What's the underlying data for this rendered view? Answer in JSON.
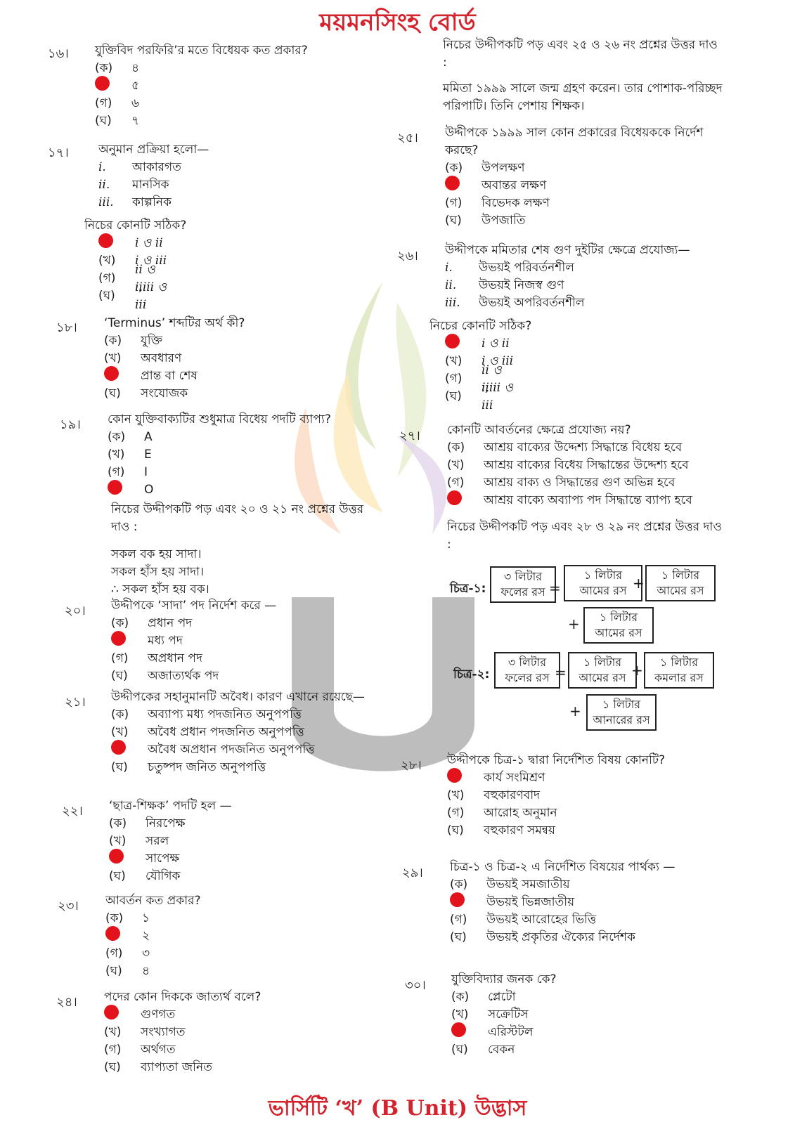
{
  "header": {
    "title": "ময়মনসিংহ বোর্ড"
  },
  "footer": {
    "text": "ভার্সিটি ‘খ’ (B Unit) উদ্ভাস"
  },
  "left": {
    "q16": {
      "num": "১৬।",
      "text": "যুক্তিবিদ পরফিরি’র মতে বিধেয়ক কত প্রকার?",
      "opts": [
        "(ক)",
        "৪",
        "৫",
        "(গ)",
        "৬",
        "(ঘ)",
        "৭"
      ]
    },
    "q17": {
      "num": "১৭।",
      "text": "অনুমান প্রক্রিয়া হলো—",
      "r1": "i.",
      "r1t": "আকারগত",
      "r2": "ii.",
      "r2t": "মানসিক",
      "r3": "iii.",
      "r3t": "কাল্পনিক",
      "which": "নিচের কোনটি সঠিক?",
      "o1": "i ও ii",
      "l2": "(খ)",
      "o2": "i ও iii",
      "l3": "(গ)",
      "o3": "ii ও iii",
      "l4": "(ঘ)",
      "o4": "i, ii ও iii"
    },
    "q18": {
      "num": "১৮।",
      "text": "‘Terminus’ শব্দটির অর্থ কী?",
      "l1": "(ক)",
      "o1": "যুক্তি",
      "l2": "(খ)",
      "o2": "অবধারণ",
      "o3": "প্রান্ত বা শেষ",
      "l4": "(ঘ)",
      "o4": "সংযোজক"
    },
    "q19": {
      "num": "১৯।",
      "text": "কোন যুক্তিবাক্যটির শুধুমাত্র বিধেয় পদটি ব্যাপ্য?",
      "l1": "(ক)",
      "o1": "A",
      "l2": "(খ)",
      "o2": "E",
      "l3": "(গ)",
      "o3": "I",
      "o4": "O"
    },
    "stim20": {
      "intro": "নিচের উদ্দীপকটি পড় এবং ২০ ও ২১ নং প্রশ্নের উত্তর দাও :",
      "s1": "সকল বক হয় সাদা।",
      "s2": "সকল হাঁস হয় সাদা।",
      "s3": "∴ সকল হাঁস হয় বক।"
    },
    "q20": {
      "num": "২০।",
      "text": "উদ্দীপকে ‘সাদা’ পদ নির্দেশ করে —",
      "l1": "(ক)",
      "o1": "প্রধান পদ",
      "o2": "মধ্য পদ",
      "l3": "(গ)",
      "o3": "অপ্রধান পদ",
      "l4": "(ঘ)",
      "o4": "অজাত্যর্থক পদ"
    },
    "q21": {
      "num": "২১।",
      "text": "উদ্দীপকের সহানুমানটি অবৈধ। কারণ এখানে রয়েছে—",
      "l1": "(ক)",
      "o1": "অব্যাপ্য মধ্য পদজনিত অনুপপত্তি",
      "l2": "(খ)",
      "o2": "অবৈধ প্রধান পদজনিত অনুপপত্তি",
      "o3": "অবৈধ অপ্রধান পদজনিত অনুপপত্তি",
      "l4": "(ঘ)",
      "o4": "চতুষ্পদ জনিত অনুপপত্তি"
    },
    "q22": {
      "num": "২২।",
      "text": "‘ছাত্র-শিক্ষক’ পদটি হল —",
      "l1": "(ক)",
      "o1": "নিরপেক্ষ",
      "l2": "(খ)",
      "o2": "সরল",
      "o3": "সাপেক্ষ",
      "l4": "(ঘ)",
      "o4": "যৌগিক"
    },
    "q23": {
      "num": "২৩।",
      "text": "আবর্তন কত প্রকার?",
      "l1": "(ক)",
      "o1": "১",
      "o2": "২",
      "l3": "(গ)",
      "o3": "৩",
      "l4": "(ঘ)",
      "o4": "৪"
    },
    "q24": {
      "num": "২৪।",
      "text": "পদের কোন দিককে জাত্যর্থ বলে?",
      "o1": "গুণগত",
      "l2": "(খ)",
      "o2": "সংখ্যাগত",
      "l3": "(গ)",
      "o3": "অর্থগত",
      "l4": "(ঘ)",
      "o4": "ব্যাপ্যতা জনিত"
    }
  },
  "right": {
    "stim25": {
      "intro": "নিচের উদ্দীপকটি পড় এবং ২৫ ও ২৬ নং প্রশ্নের উত্তর দাও :",
      "body": "মমিতা ১৯৯৯ সালে জন্ম গ্রহণ করেন। তার পোশাক-পরিচ্ছদ পরিপাটি। তিনি পেশায় শিক্ষক।"
    },
    "q25": {
      "num": "২৫।",
      "text": "উদ্দীপকে ১৯৯৯ সাল কোন প্রকারের বিধেয়ককে নির্দেশ করছে?",
      "l1": "(ক)",
      "o1": "উপলক্ষণ",
      "o2": "অবান্তর লক্ষণ",
      "l3": "(গ)",
      "o3": "বিভেদক লক্ষণ",
      "l4": "(ঘ)",
      "o4": "উপজাতি"
    },
    "q26": {
      "num": "২৬।",
      "text": "উদ্দীপকে মমিতার শেষ গুণ দুইটির ক্ষেত্রে প্রযোজ্য—",
      "r1": "i.",
      "r1t": "উভয়ই পরিবর্তনশীল",
      "r2": "ii.",
      "r2t": "উভয়ই নিজস্ব গুণ",
      "r3": "iii.",
      "r3t": "উভয়ই অপরিবর্তনশীল",
      "which": "নিচের কোনটি সঠিক?",
      "o1": "i ও ii",
      "l2": "(খ)",
      "o2": "i ও iii",
      "l3": "(গ)",
      "o3": "ii ও iii",
      "l4": "(ঘ)",
      "o4": "i, ii ও iii"
    },
    "q27": {
      "num": "২৭।",
      "text": "কোনটি আবর্তনের ক্ষেত্রে প্রযোজ্য নয়?",
      "l1": "(ক)",
      "o1": "আশ্রয় বাক্যের উদ্দেশ্য সিদ্ধান্তে বিধেয় হবে",
      "l2": "(খ)",
      "o2": "আশ্রয় বাক্যের বিধেয় সিদ্ধান্তের উদ্দেশ্য হবে",
      "l3": "(গ)",
      "o3": "আশ্রয় বাক্য ও সিদ্ধান্তের গুণ অভিন্ন হবে",
      "o4": "আশ্রয় বাক্যে অব্যাপ্য পদ সিদ্ধান্তে ব্যাপ্য হবে"
    },
    "stim28": {
      "intro": "নিচের উদ্দীপকটি পড় এবং ২৮ ও ২৯ নং প্রশ্নের উত্তর দাও :",
      "fig1": "চিত্র-১:",
      "fig2": "চিত্র-২:",
      "plus": "+",
      "eq": "=",
      "b1": "৩ লিটার ফলের রস",
      "b2": "১ লিটার আমের রস",
      "b3": "১ লিটার আমের রস",
      "b4": "১ লিটার আমের রস",
      "c1": "৩ লিটার ফলের রস",
      "c2": "১ লিটার আমের রস",
      "c3": "১ লিটার কমলার রস",
      "c4": "১ লিটার আনারের রস"
    },
    "q28": {
      "num": "২৮।",
      "text": "উদ্দীপকে চিত্র-১ দ্বারা নির্দেশিত বিষয় কোনটি?",
      "o1": "কার্য সংমিশ্রণ",
      "l2": "(খ)",
      "o2": "বহুকারণবাদ",
      "l3": "(গ)",
      "o3": "আরোহ অনুমান",
      "l4": "(ঘ)",
      "o4": "বহুকারণ সমন্বয়"
    },
    "q29": {
      "num": "২৯।",
      "text": "চিত্র-১ ও চিত্র-২ এ নির্দেশিত বিষয়ের পার্থক্য —",
      "l1": "(ক)",
      "o1": "উভয়ই সমজাতীয়",
      "o2": "উভয়ই ভিন্নজাতীয়",
      "l3": "(গ)",
      "o3": "উভয়ই আরোহের ভিত্তি",
      "l4": "(ঘ)",
      "o4": "উভয়ই প্রকৃতির ঐক্যের নির্দেশক"
    },
    "q30": {
      "num": "৩০।",
      "text": "যুক্তিবিদ্যার জনক কে?",
      "l1": "(ক)",
      "o1": "প্লেটো",
      "l2": "(খ)",
      "o2": "সক্রেটিস",
      "o3": "এরিস্টটল",
      "l4": "(ঘ)",
      "o4": "বেকন"
    }
  }
}
